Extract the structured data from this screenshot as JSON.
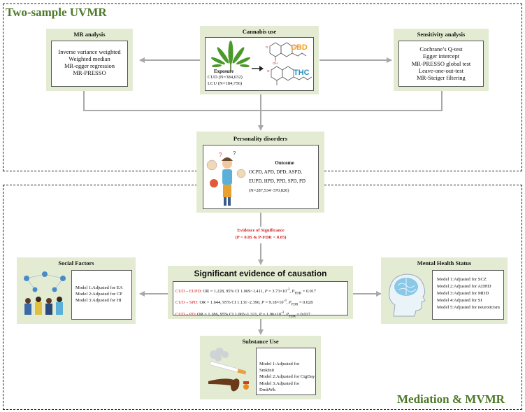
{
  "sections": {
    "uvmr_title": "Two-sample UVMR",
    "mvmr_title": "Mediation & MVMR"
  },
  "mr_analysis": {
    "title": "MR analysis",
    "methods": [
      "Inverse variance weighted",
      "Weighted median",
      "MR-egger regression",
      "MR-PRESSO"
    ]
  },
  "cannabis": {
    "title": "Cannabis use",
    "exposure_label": "Exposure",
    "cud": "CUD (N=384,032)",
    "lcu": "LCU (N=184,756)",
    "cbd": "CBD",
    "thc": "THC"
  },
  "sensitivity": {
    "title": "Sensitivity analysis",
    "tests": [
      "Cochrane’s Q-test",
      "Egger intercept",
      "MR-PRESSO global test",
      "Leave-one-out-test",
      "MR-Steiger filtering"
    ]
  },
  "personality": {
    "title": "Personality disorders",
    "outcome_label": "Outcome",
    "line1": "OCPD, APD, DPD, ASPD,",
    "line2": "EUPD, HPD, PPD, SPD, PD",
    "n": "(N=287,534~370,820)"
  },
  "significance": {
    "line1": "Evidence of Significance",
    "line2": "(P < 0.05 & P-FDR < 0.05)"
  },
  "causation": {
    "title": "Significant evidence of causation",
    "rows": [
      {
        "pair": "CUD→EUPD",
        "or": ": OR = 1.228, 95% CI 1.069~1.411, ",
        "p_label": "P",
        "p_eq": " = 3.73×10",
        "p_exp": "-3",
        "fdr_label": "P",
        "fdr_sub": "FDR",
        "fdr_val": " = 0.017"
      },
      {
        "pair": "CUD→SPD",
        "or": ": OR = 1.644, 95% CI 1.131~2.390, ",
        "p_label": "P",
        "p_eq": " = 9.18×10",
        "p_exp": "-3",
        "fdr_label": "P",
        "fdr_sub": "FDR",
        "fdr_val": " = 0.028"
      },
      {
        "pair": "CUD→PD",
        "or": ": OR = 1.186, 95% CI 1.065~1.321, ",
        "p_label": "P",
        "p_eq": " = 1.96×10",
        "p_exp": "-3",
        "fdr_label": "P",
        "fdr_sub": "FDR",
        "fdr_val": " = 0.017"
      }
    ]
  },
  "social": {
    "title": "Social Factors",
    "models": [
      "Model 1:Adjusted for EA",
      "Model 2:Adjusted for CP",
      "Model 3:Adjusted for HI"
    ]
  },
  "mental": {
    "title": "Mental Health Status",
    "models": [
      "Model 1:Adjusted for SCZ",
      "Model 2:Adjusted for ADHD",
      "Model 3:Adjusted for MDD",
      "Model 4:Adjusted for SI",
      "Model 5:Adjusted for neuroticism"
    ]
  },
  "substance": {
    "title": "Substance Use",
    "models": [
      "Model 1:Adjusted for SmkInit",
      "Model 2:Adjusted for CigDay",
      "Model 3:Adjusted for DrnkWk"
    ]
  },
  "colors": {
    "panel_green": "#e3ecd3",
    "title_green": "#4e7a2a",
    "highlight_red": "#d42020",
    "arrow_gray": "#a8a8a8"
  }
}
